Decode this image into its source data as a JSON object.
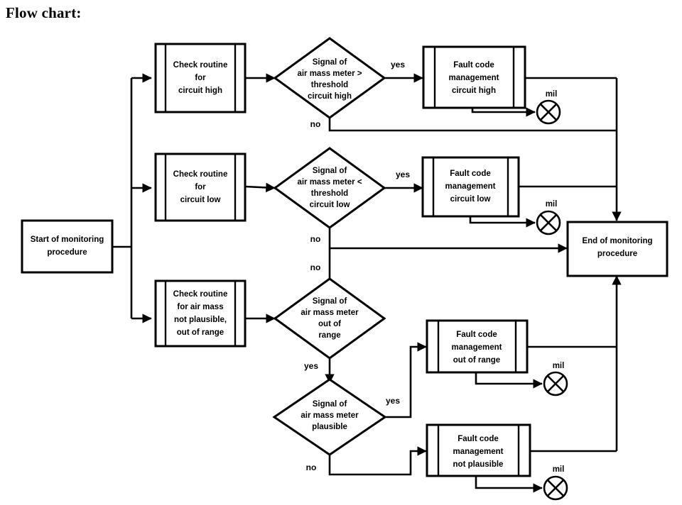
{
  "page": {
    "title": "Flow chart:",
    "background_color": "#ffffff",
    "line_color": "#000000"
  },
  "nodes": {
    "start": {
      "type": "terminator",
      "lines": [
        "Start of monitoring",
        "procedure"
      ]
    },
    "end": {
      "type": "terminator",
      "lines": [
        "End of monitoring",
        "procedure"
      ]
    },
    "check_high": {
      "type": "predefined-process",
      "lines": [
        "Check routine",
        "for",
        "circuit high"
      ]
    },
    "check_low": {
      "type": "predefined-process",
      "lines": [
        "Check routine",
        "for",
        "circuit low"
      ]
    },
    "check_plaus": {
      "type": "predefined-process",
      "lines": [
        "Check routine",
        "for air mass",
        "not plausible,",
        "out of range"
      ]
    },
    "decision_high": {
      "type": "decision",
      "lines": [
        "Signal of",
        "air mass meter >",
        "threshold",
        "circuit high"
      ]
    },
    "decision_low": {
      "type": "decision",
      "lines": [
        "Signal of",
        "air mass meter <",
        "threshold",
        "circuit low"
      ]
    },
    "decision_range": {
      "type": "decision",
      "lines": [
        "Signal of",
        "air mass meter",
        "out of",
        "range"
      ]
    },
    "decision_plaus": {
      "type": "decision",
      "lines": [
        "Signal of",
        "air mass meter",
        "plausible"
      ]
    },
    "fault_high": {
      "type": "predefined-process",
      "lines": [
        "Fault code",
        "management",
        "circuit high"
      ]
    },
    "fault_low": {
      "type": "predefined-process",
      "lines": [
        "Fault code",
        "management",
        "circuit low"
      ]
    },
    "fault_range": {
      "type": "predefined-process",
      "lines": [
        "Fault code",
        "management",
        "out of range"
      ]
    },
    "fault_plaus": {
      "type": "predefined-process",
      "lines": [
        "Fault code",
        "management",
        "not plausible"
      ]
    }
  },
  "lamps": {
    "high": {
      "label": "mil",
      "icon": "mil-lamp-icon"
    },
    "low": {
      "label": "mil",
      "icon": "mil-lamp-icon"
    },
    "range": {
      "label": "mil",
      "icon": "mil-lamp-icon"
    },
    "plausible": {
      "label": "mil",
      "icon": "mil-lamp-icon"
    }
  },
  "edge_labels": {
    "high_yes": "yes",
    "high_no": "no",
    "low_yes": "yes",
    "low_no": "no",
    "range_no": "no",
    "range_yes": "yes",
    "plaus_yes": "yes",
    "plaus_no": "no"
  }
}
